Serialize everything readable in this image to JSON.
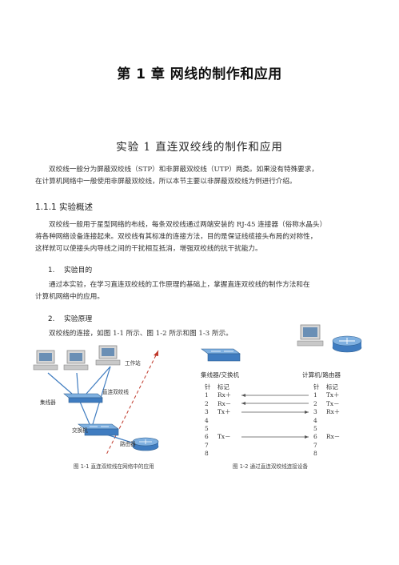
{
  "chapter": {
    "title": "第 1 章  网线的制作和应用"
  },
  "section": {
    "title": "实验 1  直连双绞线的制作和应用"
  },
  "intro": [
    "双绞线一般分为屏蔽双绞线（STP）和非屏蔽双绞线（UTP）两类。如果没有特殊要求，",
    "在计算机网络中一般使用非屏蔽双绞线，所以本节主要以非屏蔽双绞线为例进行介绍。"
  ],
  "subsection": {
    "title": "1.1.1  实验概述"
  },
  "overview": [
    "双绞线一般用于星型网络的布线，每条双绞线通过两端安装的 RJ-45 连接器（俗称水晶头）",
    "将各种网络设备连接起来。双绞线有其标准的连接方法，目的是保证线缆接头布局的对称性，",
    "这样就可以使接头内导线之间的干扰相互抵消，增强双绞线的抗干扰能力。"
  ],
  "purpose": {
    "num": "1.",
    "title": "实验目的",
    "text": [
      "通过本实验，在学习直连双绞线的工作原理的基础上，掌握直连双绞线的制作方法和在",
      "计算机网络中的应用。"
    ]
  },
  "principle": {
    "num": "2.",
    "title": "实验原理",
    "text": "双绞线的连接，如图 1-1 所示、图 1-2 所示和图 1-3 所示。"
  },
  "figure1": {
    "labels": {
      "workstation": "工作站",
      "hub": "集线器",
      "cable": "直连双绞线",
      "switch": "交换机",
      "router": "路由器"
    },
    "caption": "图 1-1    直连双绞线在网络中的应用"
  },
  "figure2": {
    "left_device": "集线器/交换机",
    "right_device": "计算机/路由器",
    "left_headers": [
      "针",
      "标记"
    ],
    "right_headers": [
      "针",
      "标记"
    ],
    "left_rows": [
      {
        "pin": "1",
        "mark": "Rx＋"
      },
      {
        "pin": "2",
        "mark": "Rx－"
      },
      {
        "pin": "3",
        "mark": "Tx＋"
      },
      {
        "pin": "4",
        "mark": ""
      },
      {
        "pin": "5",
        "mark": ""
      },
      {
        "pin": "6",
        "mark": "Tx－"
      },
      {
        "pin": "7",
        "mark": ""
      },
      {
        "pin": "8",
        "mark": ""
      }
    ],
    "right_rows": [
      {
        "pin": "1",
        "mark": "Tx＋"
      },
      {
        "pin": "2",
        "mark": "Tx－"
      },
      {
        "pin": "3",
        "mark": "Rx＋"
      },
      {
        "pin": "4",
        "mark": ""
      },
      {
        "pin": "5",
        "mark": ""
      },
      {
        "pin": "6",
        "mark": "Rx－"
      },
      {
        "pin": "7",
        "mark": ""
      },
      {
        "pin": "8",
        "mark": ""
      }
    ],
    "caption": "图 1-2  通过直连双绞线连接设备"
  },
  "colors": {
    "device_blue": "#3f7cc0",
    "cable_red": "#c0392b",
    "pc_gray": "#c8c8c8"
  }
}
